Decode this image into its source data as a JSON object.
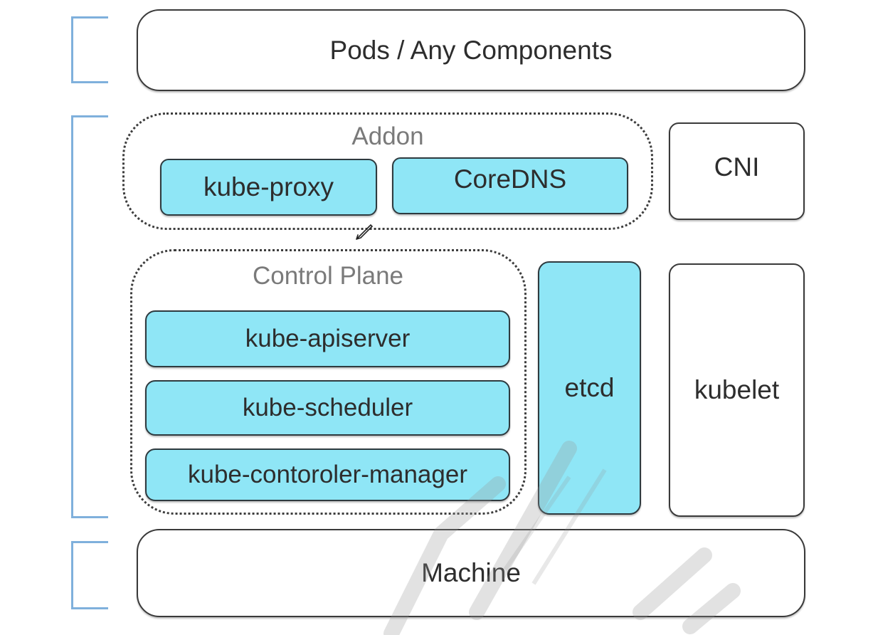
{
  "top_layer": {
    "label": "Pods / Any Components"
  },
  "addon_group": {
    "title": "Addon",
    "items": [
      "kube-proxy",
      "CoreDNS"
    ]
  },
  "cni": {
    "label": "CNI"
  },
  "control_plane_group": {
    "title": "Control Plane",
    "items": [
      "kube-apiserver",
      "kube-scheduler",
      "kube-contoroler-manager"
    ]
  },
  "etcd": {
    "label": "etcd"
  },
  "kubelet": {
    "label": "kubelet"
  },
  "bottom_layer": {
    "label": "Machine"
  },
  "colors": {
    "component_fill": "#8fe6f6",
    "bracket": "#7fb0dc",
    "border": "#3a3a3a"
  }
}
